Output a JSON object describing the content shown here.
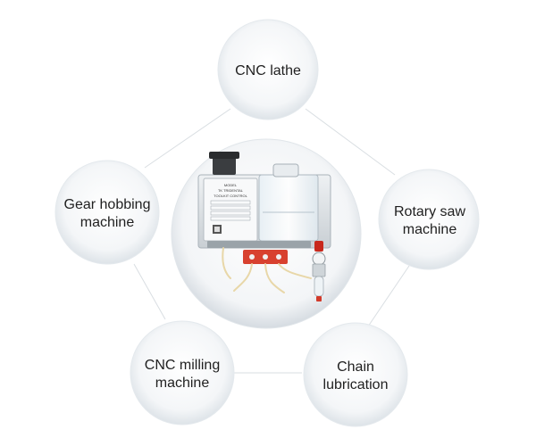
{
  "nodes": [
    {
      "id": "cnc-lathe",
      "lines": [
        "CNC lathe"
      ]
    },
    {
      "id": "rotary-saw",
      "lines": [
        "Rotary saw",
        "machine"
      ]
    },
    {
      "id": "chain-lubrication",
      "lines": [
        "Chain",
        "lubrication"
      ]
    },
    {
      "id": "cnc-milling",
      "lines": [
        "CNC milling",
        "machine"
      ]
    },
    {
      "id": "gear-hobbing",
      "lines": [
        "Gear hobbing",
        "machine"
      ]
    }
  ],
  "device": {
    "panel_text_lines": [
      "MODEL",
      "TK TRIDENTAL",
      "TOOLKIT CONTROL"
    ],
    "accent_color": "#d8412f",
    "regulator_color": "#c8281c"
  }
}
